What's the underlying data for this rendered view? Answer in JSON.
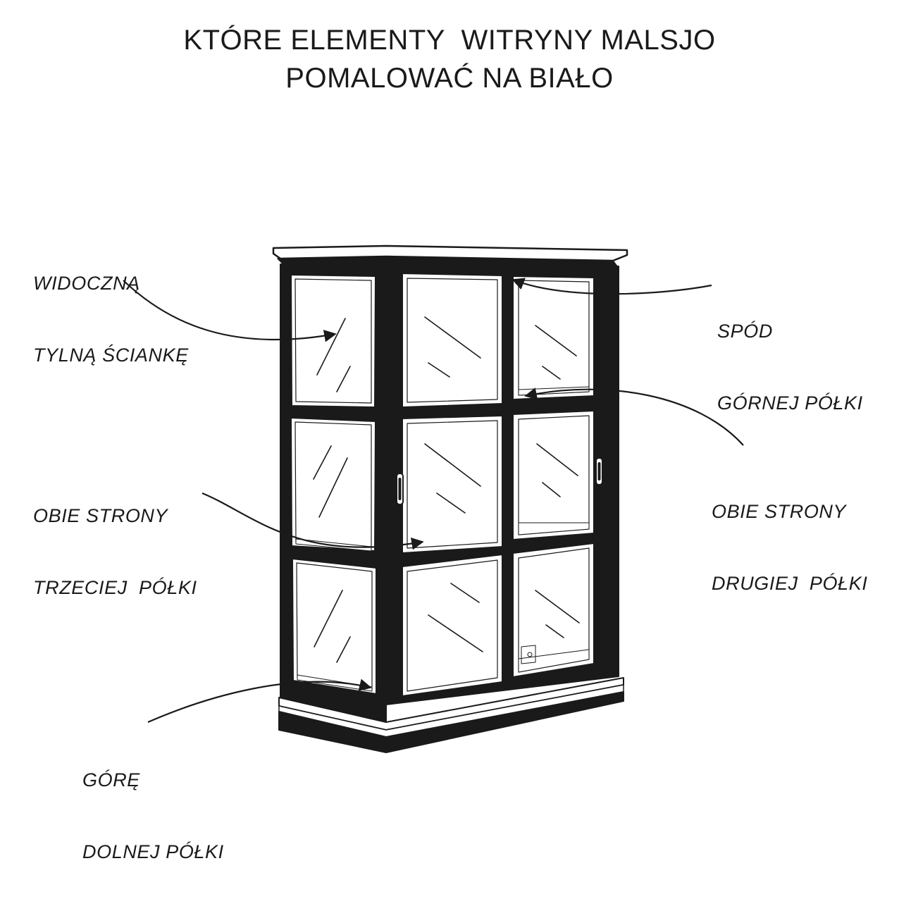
{
  "title": {
    "line1": "KTÓRE ELEMENTY  WITRYNY MALSJO",
    "line2": "POMALOWAĆ NA BIAŁO"
  },
  "labels": {
    "back_panel": {
      "line1": "WIDOCZNĄ",
      "line2": "TYLNĄ ŚCIANKĘ"
    },
    "top_shelf_underside": {
      "line1": "SPÓD",
      "line2": "GÓRNEJ PÓŁKI"
    },
    "third_shelf": {
      "line1": "OBIE STRONY",
      "line2": "TRZECIEJ  PÓŁKI"
    },
    "second_shelf": {
      "line1": "OBIE STRONY",
      "line2": "DRUGIEJ  PÓŁKI"
    },
    "bottom_shelf_top": {
      "line1": "GÓRĘ",
      "line2": "DOLNEJ PÓŁKI"
    }
  },
  "colors": {
    "ink": "#1a1a1a",
    "paper": "#ffffff"
  }
}
